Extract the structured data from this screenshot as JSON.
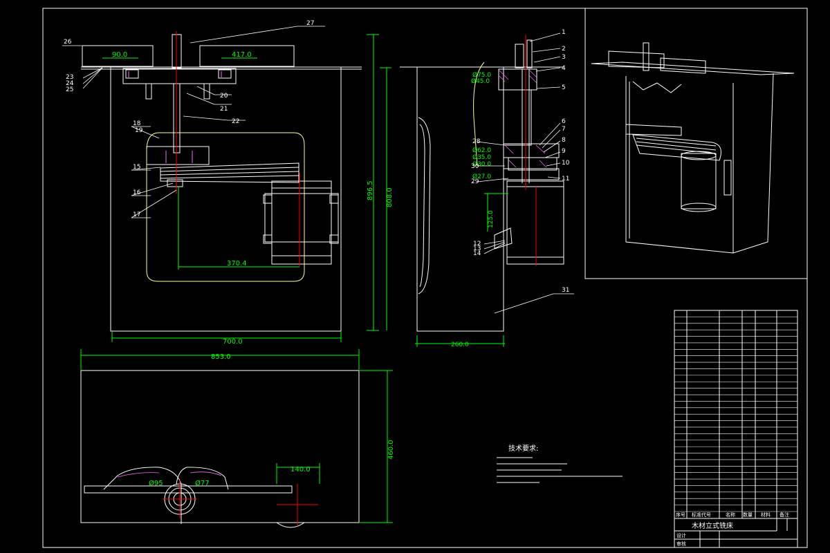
{
  "colors": {
    "background": "#000000",
    "line": "#ffffff",
    "dimension": "#00ff00",
    "centerline": "#ff0000",
    "contour": "#ffff99",
    "hidden": "#ff66ff"
  },
  "front_view": {
    "dims": {
      "d90": "90.0",
      "d417": "417.0",
      "d370": "370.4",
      "d700": "700.0",
      "d8965": "896.5",
      "d808": "808.0"
    },
    "callouts": {
      "c26": "26",
      "c27": "27",
      "c23": "23",
      "c24": "24",
      "c25": "25",
      "c20": "20",
      "c21": "21",
      "c22": "22",
      "c18": "18",
      "c19": "19",
      "c15": "15",
      "c16": "16",
      "c17": "17"
    }
  },
  "side_view": {
    "dims": {
      "d75": "Ø75.0",
      "d45": "Ø45.0",
      "d62": "Ø62.0",
      "d35": "Ø35.0",
      "d30": "Ø30.0",
      "d27": "Ø27.0",
      "d125": "125.0",
      "d260": "260.0"
    },
    "callouts": {
      "c1": "1",
      "c2": "2",
      "c3": "3",
      "c4": "4",
      "c5": "5",
      "c6": "6",
      "c7": "7",
      "c8": "8",
      "c9": "9",
      "c10": "10",
      "c11": "11",
      "c12": "12",
      "c13": "13",
      "c14": "14",
      "c28": "28",
      "c29": "29",
      "c30": "30",
      "c31": "31"
    }
  },
  "top_view": {
    "dims": {
      "d853": "853.0",
      "d460": "460.0",
      "d140": "140.0",
      "d95": "Ø95",
      "d77": "Ø77"
    }
  },
  "notes": {
    "title": "技术要求:"
  },
  "title_block": {
    "drawing_title": "木材立式铣床",
    "header_seq": "序号",
    "header_code": "标准代号",
    "header_name": "名称",
    "header_qty": "数量",
    "header_material": "材料",
    "header_remark": "备注",
    "design_label": "设计",
    "review_label": "审核"
  }
}
